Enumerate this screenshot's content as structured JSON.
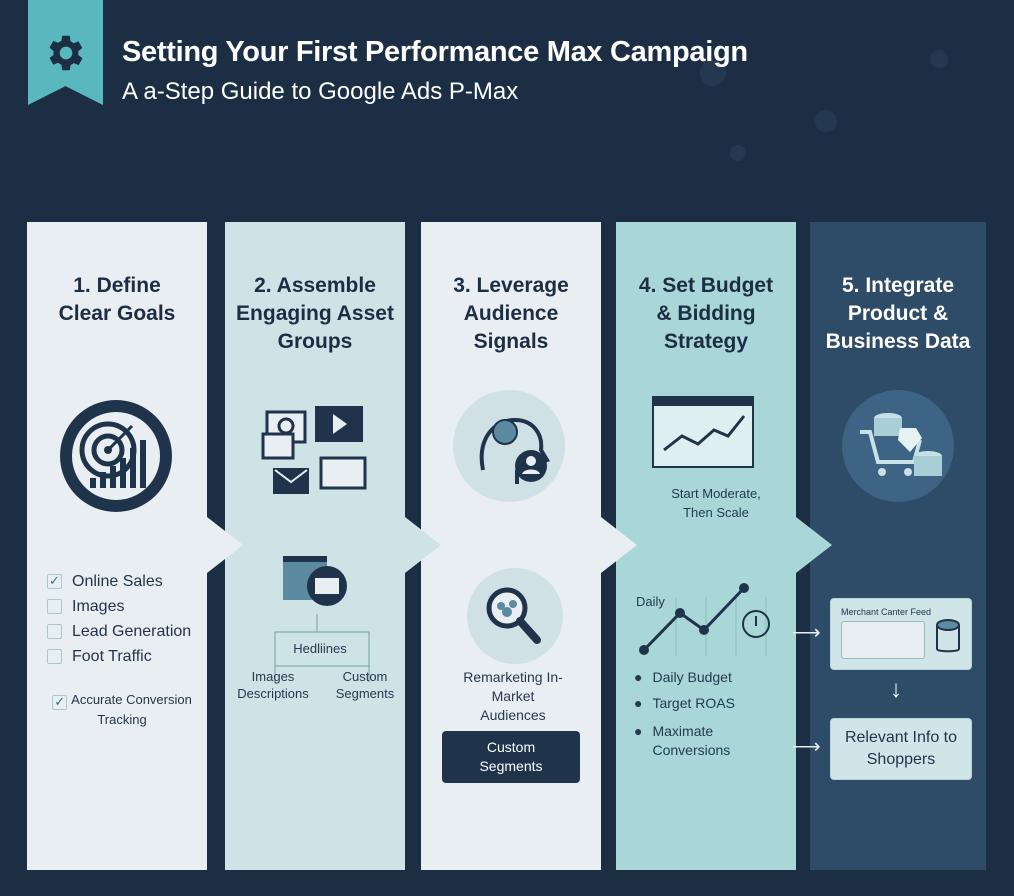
{
  "header": {
    "title": "Setting Your First Performance Max Campaign",
    "subtitle": "A a-Step Guide to Google Ads P-Max"
  },
  "colors": {
    "background": "#1c2e43",
    "accent": "#58b7bf",
    "col1": "#e8eef2",
    "col2": "#cde3e6",
    "col3": "#e8eef2",
    "col4": "#a9d6d6",
    "col5": "#2e4b68"
  },
  "steps": [
    {
      "title": "1. Define Clear Goals",
      "checklist": [
        {
          "label": "Online Sales",
          "checked": true
        },
        {
          "label": "Images",
          "checked": false
        },
        {
          "label": "Lead Generation",
          "checked": false
        },
        {
          "label": "Foot Traffic",
          "checked": false
        }
      ],
      "extra": {
        "label": "Accurate Conversion Tracking",
        "checked": true
      }
    },
    {
      "title": "2. Assemble Engaging Asset Groups",
      "tree_root": "Hedliines",
      "tree_left": "Images Descriptions",
      "tree_right": "Custom Segments"
    },
    {
      "title": "3. Leverage Audience Signals",
      "audiences": "Remarketing In-Market Audiences",
      "button": "Custom Segments"
    },
    {
      "title": "4. Set Budget & Bidding Strategy",
      "note": "Start Moderate, Then Scale",
      "chart_label": "Daily",
      "bullets": [
        "Daily Budget",
        "Target ROAS",
        "Maximate Conversions"
      ]
    },
    {
      "title": "5. Integrate Product & Business Data",
      "feed_label": "Merchant Canter Feed",
      "result": "Relevant Info to Shoppers"
    }
  ]
}
